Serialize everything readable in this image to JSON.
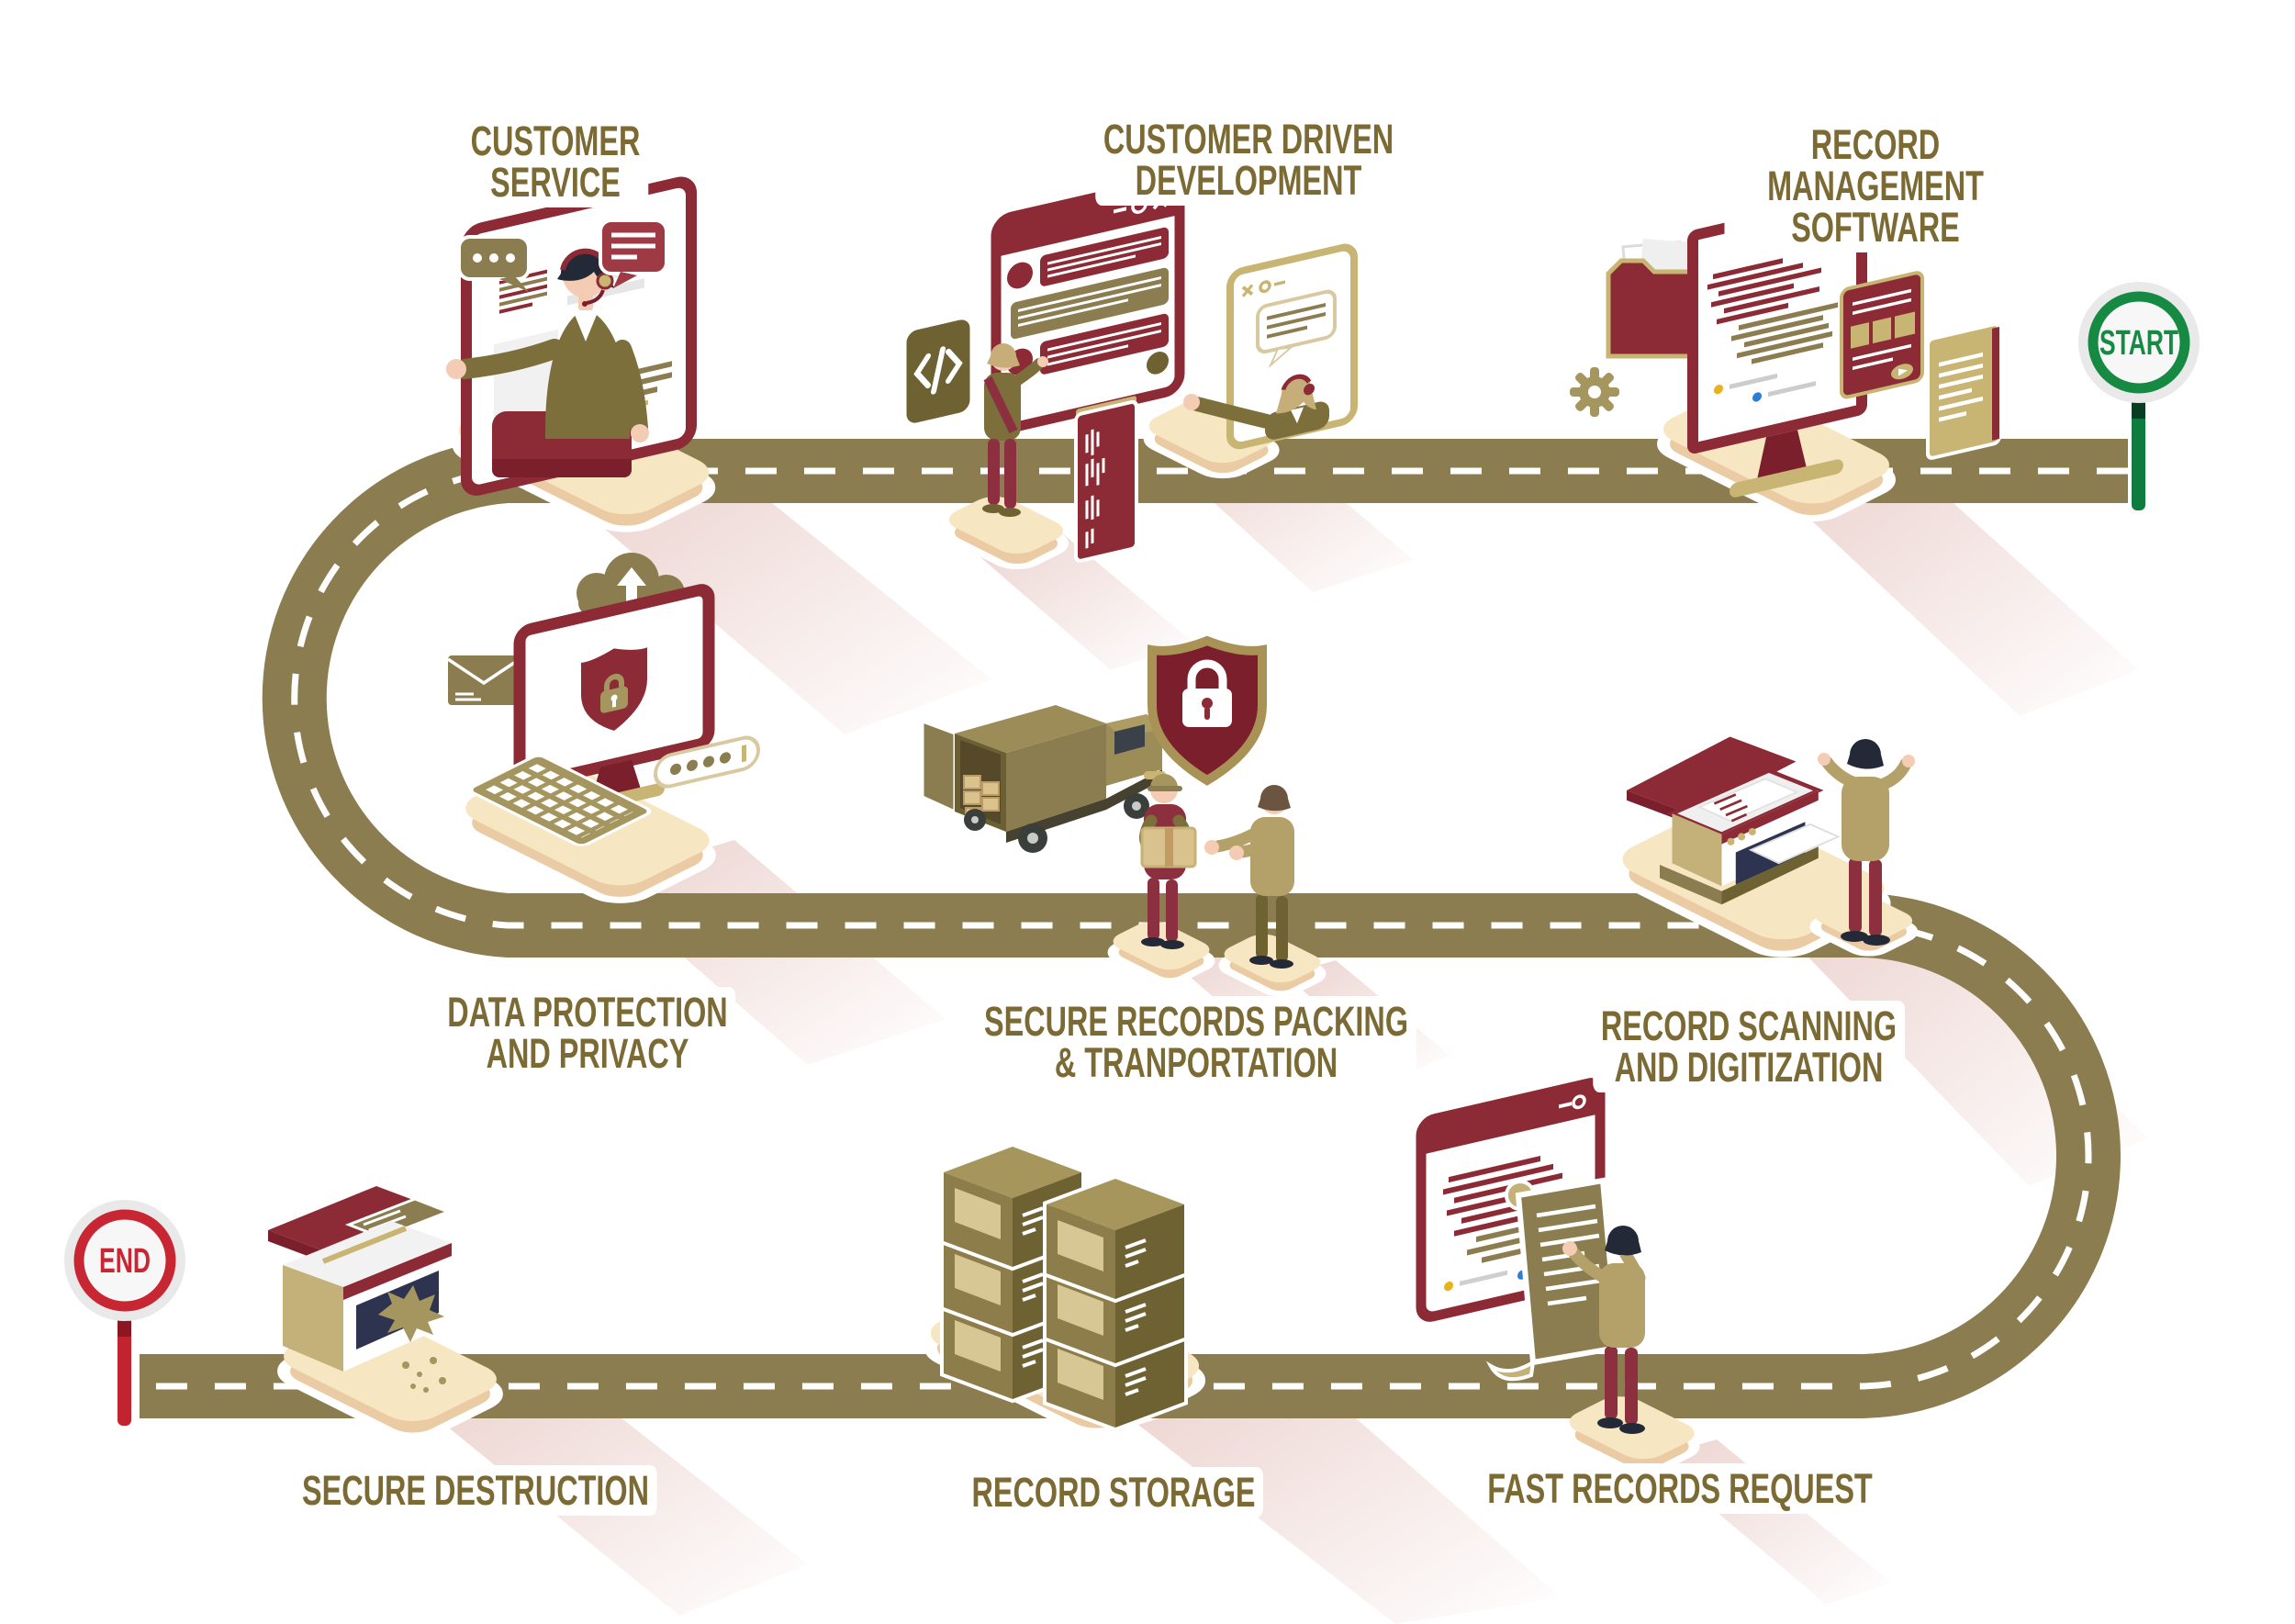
{
  "diagram": {
    "type": "process-roadmap-infographic",
    "signs": {
      "start_label": "START",
      "end_label": "END"
    },
    "stages": [
      {
        "id": "record-management-software",
        "label": "RECORD MANAGEMENT\nSOFTWARE"
      },
      {
        "id": "customer-driven-development",
        "label": "CUSTOMER DRIVEN\nDEVELOPMENT"
      },
      {
        "id": "customer-service",
        "label": "CUSTOMER\nSERVICE"
      },
      {
        "id": "data-protection-and-privacy",
        "label": "DATA PROTECTION\nAND PRIVACY"
      },
      {
        "id": "secure-records-packing-transportation",
        "label": "SECURE RECORDS PACKING\n& TRANPORTATION"
      },
      {
        "id": "record-scanning-and-digitization",
        "label": "RECORD SCANNING\nAND DIGITIZATION"
      },
      {
        "id": "fast-records-request",
        "label": "FAST RECORDS REQUEST"
      },
      {
        "id": "record-storage",
        "label": "RECORD STORAGE"
      },
      {
        "id": "secure-destruction",
        "label": "SECURE DESTRUCTION"
      }
    ],
    "icons": [
      "headset",
      "speech-bubble",
      "code",
      "document",
      "folder",
      "gear",
      "monitor",
      "browser-window",
      "cloud-upload",
      "envelope",
      "shield-lock",
      "padlock",
      "keyboard",
      "password-field",
      "delivery-truck",
      "box",
      "scanner",
      "scroll",
      "archive-box",
      "shredder",
      "road",
      "start-sign",
      "end-sign"
    ],
    "colors": {
      "road": "#8B7D50",
      "road_dash": "#FFFFFF",
      "label_text": "#7B6A33",
      "maroon": "#8C2B35",
      "dark_maroon": "#7A1F2B",
      "olive": "#8B7D50",
      "dark_olive": "#6E6132",
      "khaki": "#A5965F",
      "gold": "#C9B573",
      "cream_platform": "#F7E6C2",
      "platform_edge": "#EACBA4",
      "shadow_pink": "#D9A8A0",
      "skin": "#F4CBB3",
      "navy": "#2E3450",
      "start_green": "#168A43",
      "end_red": "#C82633",
      "sign_face": "#E9E9E9",
      "background": "#FFFFFF"
    }
  }
}
